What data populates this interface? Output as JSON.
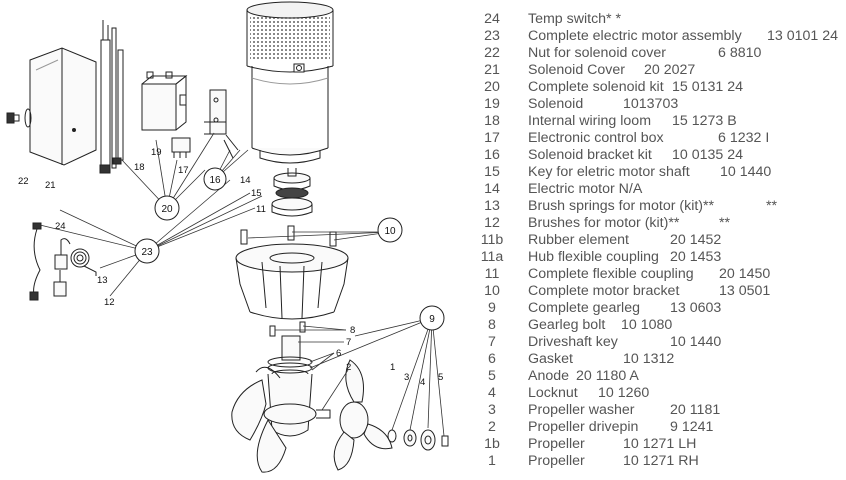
{
  "callouts": {
    "c1": "1",
    "c2": "2",
    "c3": "3",
    "c4": "4",
    "c5": "5",
    "c6": "6",
    "c7": "7",
    "c8": "8",
    "c9": "9",
    "c10": "10",
    "c11": "11",
    "c12": "12",
    "c13": "13",
    "c14": "14",
    "c15": "15",
    "c16": "16",
    "c17": "17",
    "c18": "18",
    "c19": "19",
    "c20": "20",
    "c21": "21",
    "c22": "22",
    "c23": "23",
    "c24": "24"
  },
  "parts": [
    {
      "num": "24",
      "desc": "Temp switch* *",
      "code": ""
    },
    {
      "num": "23",
      "desc": "Complete electric motor assembly",
      "code": "13 0101 24"
    },
    {
      "num": "22",
      "desc": "Nut for solenoid cover",
      "code": "6 8810"
    },
    {
      "num": "21",
      "desc": "Solenoid Cover",
      "code": "20 2027"
    },
    {
      "num": "20",
      "desc": "Complete solenoid kit",
      "code": "15 0131 24"
    },
    {
      "num": "19",
      "desc": "Solenoid",
      "code": "1013703"
    },
    {
      "num": "18",
      "desc": "Internal wiring loom",
      "code": "15 1273 B"
    },
    {
      "num": "17",
      "desc": "Electronic control box",
      "code": "6 1232 I"
    },
    {
      "num": "16",
      "desc": "Solenoid bracket kit",
      "code": "10 0135 24"
    },
    {
      "num": "15",
      "desc": "Key for eletric motor shaft",
      "code": "10 1440"
    },
    {
      "num": "14",
      "desc": "Electric motor N/A",
      "code": ""
    },
    {
      "num": "13",
      "desc": "Brush springs for motor (kit)**",
      "code": "**"
    },
    {
      "num": "12",
      "desc": "Brushes for motor (kit)**",
      "code": "**"
    },
    {
      "num": "11b",
      "desc": "Rubber element",
      "code": "20 1452"
    },
    {
      "num": "11a",
      "desc": "Hub flexible coupling",
      "code": "20 1453"
    },
    {
      "num": "11",
      "desc": "Complete flexible coupling",
      "code": "20 1450"
    },
    {
      "num": "10",
      "desc": "Complete motor bracket",
      "code": "13 0501"
    },
    {
      "num": "9",
      "desc": "Complete gearleg",
      "code": "13 0603"
    },
    {
      "num": "8",
      "desc": "Gearleg bolt",
      "code": "10 1080"
    },
    {
      "num": "7",
      "desc": "Driveshaft key",
      "code": "10 1440"
    },
    {
      "num": "6",
      "desc": "Gasket",
      "code": "10 1312"
    },
    {
      "num": "5",
      "desc": "Anode",
      "code": "20 1180 A"
    },
    {
      "num": "4",
      "desc": "Locknut",
      "code": "10 1260"
    },
    {
      "num": "3",
      "desc": "Propeller washer",
      "code": "20 1181"
    },
    {
      "num": "2",
      "desc": "Propeller drivepin",
      "code": "9 1241"
    },
    {
      "num": "1b",
      "desc": "Propeller",
      "code": "10 1271 LH"
    },
    {
      "num": "1",
      "desc": "Propeller",
      "code": "10 1271 RH"
    }
  ]
}
